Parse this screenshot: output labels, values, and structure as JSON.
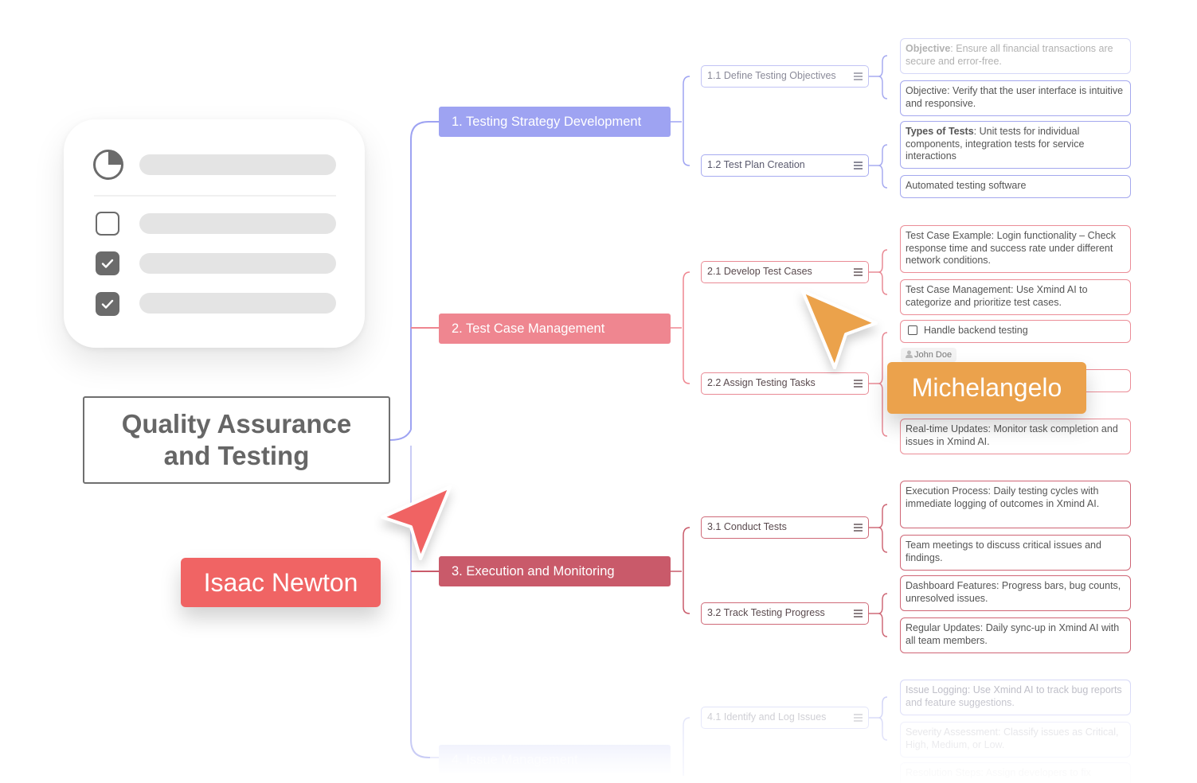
{
  "central": {
    "line1": "Quality Assurance",
    "line2": "and Testing"
  },
  "branches": [
    {
      "label": "1. Testing Strategy Development",
      "color": "#9ea3f2"
    },
    {
      "label": "2. Test Case Management",
      "color": "#ef8690"
    },
    {
      "label": "3. Execution and Monitoring",
      "color": "#c95a6a"
    },
    {
      "label": "4. Issue Management",
      "color": "#aab2f2"
    }
  ],
  "subtopics": {
    "s11": "1.1 Define Testing Objectives",
    "s12": "1.2 Test Plan Creation",
    "s21": "2.1 Develop Test Cases",
    "s22": "2.2 Assign Testing Tasks",
    "s31": "3.1 Conduct Tests",
    "s32": "3.2 Track Testing Progress",
    "s41": "4.1 Identify and Log Issues"
  },
  "leaves": {
    "l1_key": "Objective",
    "l1_text": ": Ensure all financial transactions are secure and error-free.",
    "l2_text": "Objective: Verify that the user interface is intuitive and responsive.",
    "l3_key": "Types of Tests",
    "l3_text": ": Unit tests for individual components, integration tests for service interactions",
    "l4_text": "Automated testing software",
    "l5_text": "Test Case Example: Login functionality – Check response time and success rate under different network conditions.",
    "l6_text": "Test Case Management: Use Xmind AI to categorize and prioritize test cases.",
    "l7_text": "Handle backend testing",
    "l7_assignee": "John Doe",
    "l9_text": "Real-time Updates: Monitor task completion and issues in Xmind AI.",
    "l10_text": "Execution Process: Daily testing cycles with immediate logging of outcomes in Xmind AI.",
    "l11_text": "Team meetings to discuss critical issues and findings.",
    "l12_text": "Dashboard Features: Progress bars, bug counts, unresolved issues.",
    "l13_text": "Regular Updates: Daily sync-up in Xmind AI with all team members.",
    "l14_text": "Issue Logging: Use Xmind AI to track bug reports and feature suggestions.",
    "l15_text": "Severity Assessment: Classify issues as Critical, High, Medium, or Low.",
    "l16_text": "Resolution Steps: Assign developers to fix"
  },
  "collaborators": {
    "newton": {
      "name": "Isaac Newton",
      "color": "#f06464"
    },
    "mich": {
      "name": "Michelangelo",
      "color": "#eba24c"
    }
  },
  "checklist_card": {
    "icons": [
      "pie-chart-icon",
      "checkbox-empty-icon",
      "checkbox-checked-icon",
      "checkbox-checked-icon"
    ]
  }
}
